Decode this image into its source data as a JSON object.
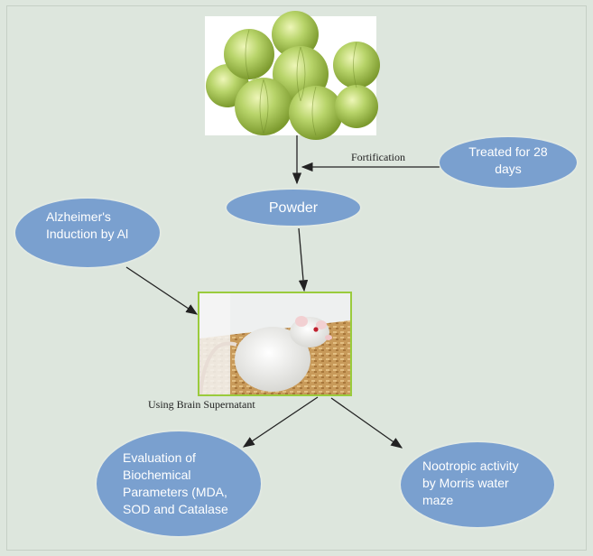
{
  "nodes": {
    "treated": "Treated for 28\ndays",
    "powder": "Powder",
    "alzheimers": "Alzheimer's\nInduction by Al",
    "evaluation": "Evaluation of\nBiochemical\nParameters (MDA,\nSOD and Catalase",
    "nootropic": "Nootropic activity\nby Morris water\nmaze"
  },
  "labels": {
    "fortification": "Fortification",
    "brain": "Using Brain Supernatant"
  },
  "colors": {
    "background": "#dde6dd",
    "ellipse_fill": "#7aa0cf",
    "ellipse_text": "#ffffff",
    "arrow": "#222222",
    "image_border": "#9acb3c"
  },
  "images": {
    "fruit": "amla-fruit-photo",
    "rat": "white-rat-photo"
  }
}
